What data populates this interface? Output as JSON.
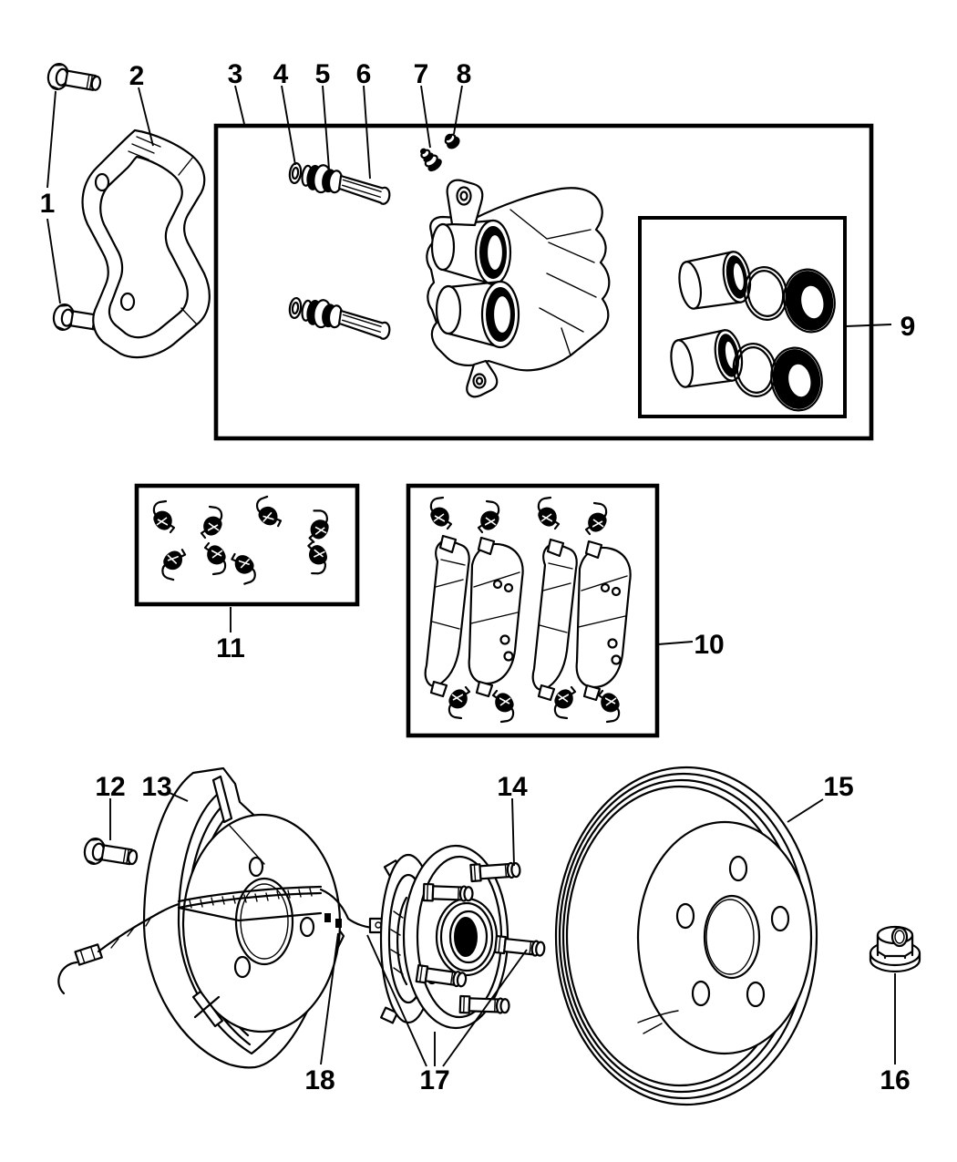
{
  "diagram": {
    "background": "#ffffff",
    "line_color": "#000000",
    "callouts": [
      {
        "label": "1"
      },
      {
        "label": "2"
      },
      {
        "label": "3"
      },
      {
        "label": "4"
      },
      {
        "label": "5"
      },
      {
        "label": "6"
      },
      {
        "label": "7"
      },
      {
        "label": "8"
      },
      {
        "label": "9"
      },
      {
        "label": "10"
      },
      {
        "label": "11"
      },
      {
        "label": "12"
      },
      {
        "label": "13"
      },
      {
        "label": "14"
      },
      {
        "label": "15"
      },
      {
        "label": "16"
      },
      {
        "label": "17"
      },
      {
        "label": "18"
      }
    ]
  }
}
